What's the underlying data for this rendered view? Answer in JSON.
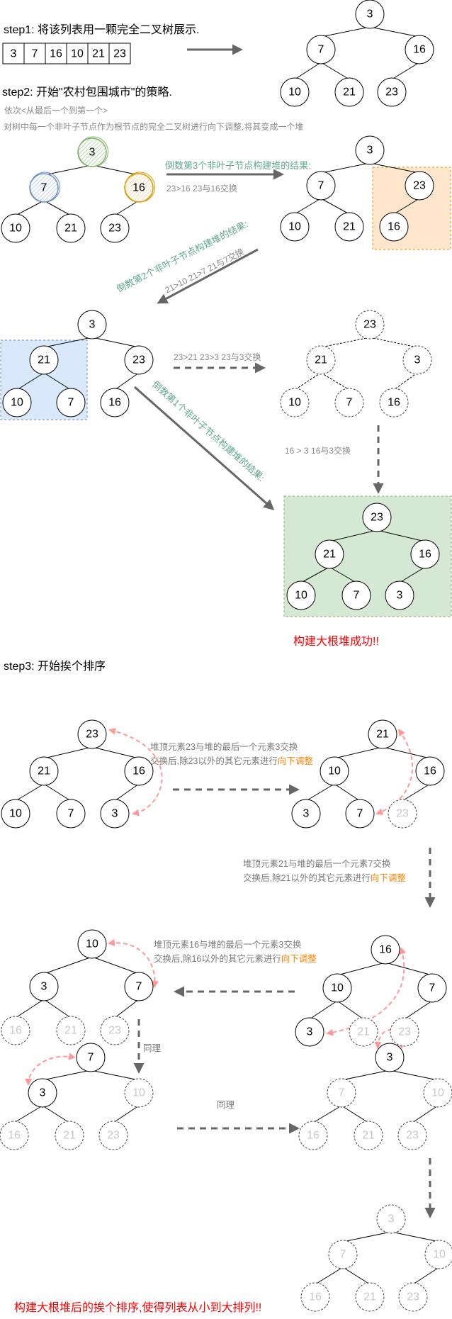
{
  "step1": {
    "title": "step1: 将该列表用一颗完全二叉树展示.",
    "array": [
      "3",
      "7",
      "16",
      "10",
      "21",
      "23"
    ]
  },
  "step2": {
    "title": "step2: 开始\"农村包围城市\"的策略.",
    "subtitle1": "依次<从最后一个到第一个>",
    "subtitle2": "对树中每一个非叶子节点作为根节点的完全二叉树进行向下调整,将其变成一个堆",
    "arrow1_label": "倒数第3个非叶子节点构建堆的结果:",
    "arrow1_note": "23>16  23与16交换",
    "arrow2_label": "倒数第2个非叶子节点构建堆的结果:",
    "arrow2_note": "21>10  21>7  21与7交换",
    "arrow3_label": "倒数第1个非叶子节点构建堆的结果:",
    "dashed_note1": "23>21  23>3 23与3交换",
    "dashed_note2": "16 > 3  16与3交换",
    "success": "构建大根堆成功!!"
  },
  "step3": {
    "title": "step3: 开始挨个排序",
    "note1_line1": "堆顶元素23与堆的最后一个元素3交换",
    "note1_line2_prefix": "交换后,除23以外的其它元素进行",
    "note2_line1": "堆顶元素21与堆的最后一个元素7交换",
    "note2_line2_prefix": "交换后,除21以外的其它元素进行",
    "note3_line1": "堆顶元素16与堆的最后一个元素3交换",
    "note3_line2_prefix": "交换后,除16以外的其它元素进行",
    "highlight": "向下调整",
    "same1": "同理",
    "same2": "同理",
    "conclusion": "构建大根堆后的挨个排序,使得列表从小到大排列!!"
  },
  "colors": {
    "green_text": "#5fa88c",
    "orange_box": "#ffe6cc",
    "orange_border": "#d79b00",
    "blue_box": "#dae8fc",
    "blue_border": "#6c8ebf",
    "green_box": "#d5e8d4",
    "green_border": "#82b366",
    "swap_arrow": "#ff9999",
    "red_text": "#ff0000",
    "highlight": "#ff8000"
  },
  "trees": [
    {
      "id": "t1-initial",
      "nodes": [
        [
          "3",
          522,
          20
        ],
        [
          "7",
          453,
          70
        ],
        [
          "16",
          592,
          70
        ],
        [
          "10",
          416,
          130
        ],
        [
          "21",
          493,
          130
        ],
        [
          "23",
          553,
          130
        ]
      ],
      "edges": [
        [
          0,
          1
        ],
        [
          0,
          2
        ],
        [
          1,
          3
        ],
        [
          1,
          4
        ],
        [
          2,
          5
        ]
      ]
    },
    {
      "id": "t2-sketch",
      "nodes": [
        [
          "3",
          130,
          215
        ],
        [
          "7",
          62,
          265
        ],
        [
          "16",
          196,
          265
        ],
        [
          "10",
          22,
          322
        ],
        [
          "21",
          100,
          322
        ],
        [
          "23",
          162,
          322
        ]
      ],
      "edges": [
        [
          0,
          1
        ],
        [
          0,
          2
        ],
        [
          1,
          3
        ],
        [
          1,
          4
        ],
        [
          2,
          5
        ]
      ],
      "sketch": true
    },
    {
      "id": "t3-after-16",
      "nodes": [
        [
          "3",
          522,
          212
        ],
        [
          "7",
          453,
          262
        ],
        [
          "23",
          592,
          262
        ],
        [
          "10",
          416,
          320
        ],
        [
          "21",
          493,
          320
        ],
        [
          "16",
          556,
          320
        ]
      ],
      "edges": [
        [
          0,
          1
        ],
        [
          0,
          2
        ],
        [
          1,
          3
        ],
        [
          1,
          4
        ],
        [
          2,
          5
        ]
      ]
    },
    {
      "id": "t4-after-7",
      "nodes": [
        [
          "3",
          130,
          458
        ],
        [
          "21",
          62,
          508
        ],
        [
          "23",
          196,
          508
        ],
        [
          "10",
          24,
          568
        ],
        [
          "7",
          100,
          568
        ],
        [
          "16",
          162,
          568
        ]
      ],
      "edges": [
        [
          0,
          1
        ],
        [
          0,
          2
        ],
        [
          1,
          3
        ],
        [
          1,
          4
        ],
        [
          2,
          5
        ]
      ]
    },
    {
      "id": "t5-intermediate",
      "nodes": [
        [
          "23",
          522,
          458
        ],
        [
          "21",
          453,
          508
        ],
        [
          "3",
          589,
          508
        ],
        [
          "10",
          416,
          568
        ],
        [
          "7",
          493,
          568
        ],
        [
          "16",
          556,
          568
        ]
      ],
      "edges": [
        [
          0,
          1
        ],
        [
          0,
          2
        ],
        [
          1,
          3
        ],
        [
          1,
          4
        ],
        [
          2,
          5
        ]
      ],
      "dashed": true
    },
    {
      "id": "t6-max-heap",
      "nodes": [
        [
          "23",
          532,
          730
        ],
        [
          "21",
          465,
          782
        ],
        [
          "16",
          600,
          782
        ],
        [
          "10",
          425,
          840
        ],
        [
          "7",
          503,
          840
        ],
        [
          "3",
          564,
          840
        ]
      ],
      "edges": [
        [
          0,
          1
        ],
        [
          0,
          2
        ],
        [
          1,
          3
        ],
        [
          1,
          4
        ],
        [
          2,
          5
        ]
      ]
    },
    {
      "id": "s1-heap",
      "nodes": [
        [
          "23",
          130,
          1036
        ],
        [
          "21",
          62,
          1088
        ],
        [
          "16",
          196,
          1088
        ],
        [
          "10",
          22,
          1148
        ],
        [
          "7",
          100,
          1148
        ],
        [
          "3",
          162,
          1148
        ]
      ],
      "edges": [
        [
          0,
          1
        ],
        [
          0,
          2
        ],
        [
          1,
          3
        ],
        [
          1,
          4
        ],
        [
          2,
          5
        ]
      ]
    },
    {
      "id": "s2-after",
      "nodes": [
        [
          "21",
          540,
          1036
        ],
        [
          "10",
          472,
          1088
        ],
        [
          "16",
          607,
          1088
        ],
        [
          "3",
          432,
          1148
        ],
        [
          "7",
          508,
          1148
        ],
        [
          "23",
          568,
          1148
        ]
      ],
      "edges": [
        [
          0,
          1
        ],
        [
          0,
          2
        ],
        [
          1,
          3
        ],
        [
          1,
          4
        ],
        [
          2,
          5
        ]
      ],
      "faded": [
        5
      ]
    },
    {
      "id": "s3-heap",
      "nodes": [
        [
          "16",
          544,
          1340
        ],
        [
          "10",
          476,
          1394
        ],
        [
          "7",
          610,
          1394
        ],
        [
          "3",
          437,
          1456
        ],
        [
          "21",
          513,
          1456
        ],
        [
          "23",
          571,
          1456
        ]
      ],
      "edges": [
        [
          0,
          1
        ],
        [
          0,
          2
        ],
        [
          1,
          3
        ],
        [
          1,
          4
        ],
        [
          2,
          5
        ]
      ],
      "faded": [
        4,
        5
      ]
    },
    {
      "id": "s4-after",
      "nodes": [
        [
          "10",
          130,
          1332
        ],
        [
          "3",
          62,
          1392
        ],
        [
          "7",
          196,
          1392
        ],
        [
          "16",
          22,
          1454
        ],
        [
          "21",
          100,
          1454
        ],
        [
          "23",
          162,
          1454
        ]
      ],
      "edges": [
        [
          0,
          1
        ],
        [
          0,
          2
        ],
        [
          1,
          3
        ],
        [
          1,
          4
        ],
        [
          2,
          5
        ]
      ],
      "faded": [
        3,
        4,
        5
      ]
    },
    {
      "id": "s5",
      "nodes": [
        [
          "7",
          128,
          1492
        ],
        [
          "3",
          60,
          1542
        ],
        [
          "10",
          196,
          1542
        ],
        [
          "16",
          20,
          1602
        ],
        [
          "21",
          98,
          1602
        ],
        [
          "23",
          160,
          1602
        ]
      ],
      "edges": [
        [
          0,
          1
        ],
        [
          0,
          2
        ],
        [
          1,
          3
        ],
        [
          1,
          4
        ],
        [
          2,
          5
        ]
      ],
      "faded": [
        2,
        3,
        4,
        5
      ]
    },
    {
      "id": "s6",
      "nodes": [
        [
          "3",
          550,
          1492
        ],
        [
          "7",
          482,
          1542
        ],
        [
          "10",
          618,
          1542
        ],
        [
          "16",
          442,
          1602
        ],
        [
          "21",
          520,
          1602
        ],
        [
          "23",
          582,
          1602
        ]
      ],
      "edges": [
        [
          0,
          1
        ],
        [
          0,
          2
        ],
        [
          1,
          3
        ],
        [
          1,
          4
        ],
        [
          2,
          5
        ]
      ],
      "faded": [
        1,
        2,
        3,
        4,
        5
      ]
    },
    {
      "id": "s7-final",
      "nodes": [
        [
          "3",
          552,
          1720
        ],
        [
          "7",
          484,
          1770
        ],
        [
          "10",
          620,
          1770
        ],
        [
          "16",
          445,
          1830
        ],
        [
          "21",
          522,
          1830
        ],
        [
          "23",
          583,
          1830
        ]
      ],
      "edges": [
        [
          0,
          1
        ],
        [
          0,
          2
        ],
        [
          1,
          3
        ],
        [
          1,
          4
        ],
        [
          2,
          5
        ]
      ],
      "faded": [
        0,
        1,
        2,
        3,
        4,
        5
      ]
    }
  ]
}
